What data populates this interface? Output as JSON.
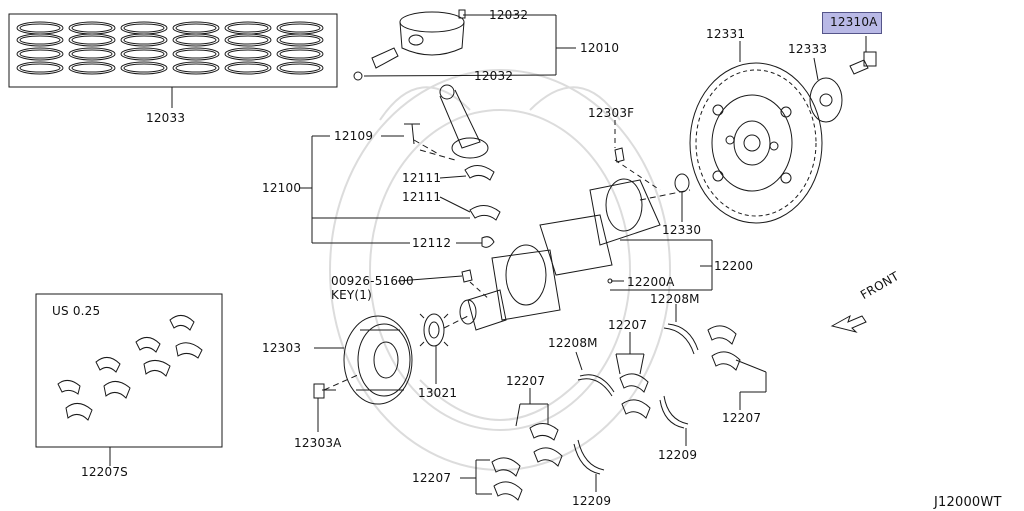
{
  "labels": {
    "p12032a": "12032",
    "p12010": "12010",
    "p12032b": "12032",
    "p12033": "12033",
    "p12109": "12109",
    "p12100": "12100",
    "p12111a": "12111",
    "p12111b": "12111",
    "p12112": "12112",
    "key_part": "00926-51600",
    "key_desc": "KEY(1)",
    "p12303F": "12303F",
    "p12331": "12331",
    "p12333": "12333",
    "p12310A": "12310A",
    "p12330": "12330",
    "p12200": "12200",
    "p12200A": "12200A",
    "p12208M_r": "12208M",
    "p12207_m": "12207",
    "p12208M_m": "12208M",
    "p12207_c": "12207",
    "p12207_r": "12207",
    "p12209_r": "12209",
    "p12207_b": "12207",
    "p12209_b": "12209",
    "p12303": "12303",
    "p13021": "13021",
    "p12303A": "12303A",
    "us_size": "US 0.25",
    "p12207S": "12207S",
    "front": "FRONT",
    "diagram_code": "J12000WT"
  },
  "colors": {
    "line": "#1a1a1a",
    "highlight": "#b9b9e6",
    "watermark": "#d8d8d8"
  }
}
